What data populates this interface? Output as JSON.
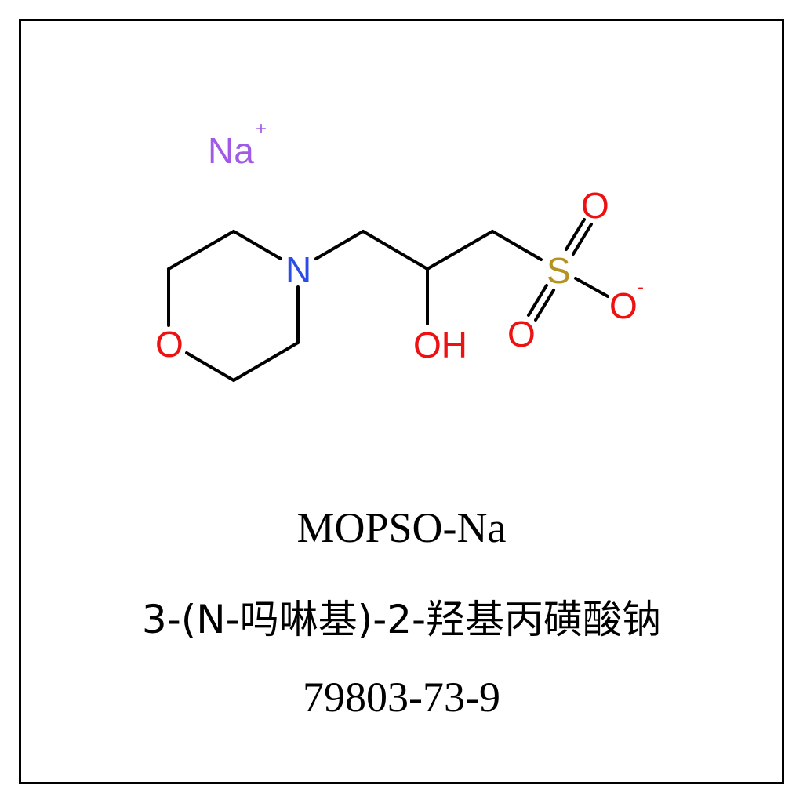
{
  "molecule": {
    "cation": {
      "symbol": "Na",
      "charge": "+",
      "color": "#a05ae6"
    },
    "atoms": {
      "N": {
        "symbol": "N",
        "color": "#2c4ce8"
      },
      "O_ring": {
        "symbol": "O",
        "color": "#ee1111"
      },
      "OH": {
        "symbol": "OH",
        "color": "#ee1111"
      },
      "S": {
        "symbol": "S",
        "color": "#b59320"
      },
      "O_top": {
        "symbol": "O",
        "color": "#ee1111"
      },
      "O_bottom": {
        "symbol": "O",
        "color": "#ee1111"
      },
      "O_minus": {
        "symbol": "O",
        "charge": "-",
        "color": "#ee1111"
      }
    },
    "bond_color": "#000000"
  },
  "labels": {
    "name_en": "MOPSO-Na",
    "name_cn": "3-(N-吗啉基)-2-羟基丙磺酸钠",
    "cas": "79803-73-9"
  }
}
